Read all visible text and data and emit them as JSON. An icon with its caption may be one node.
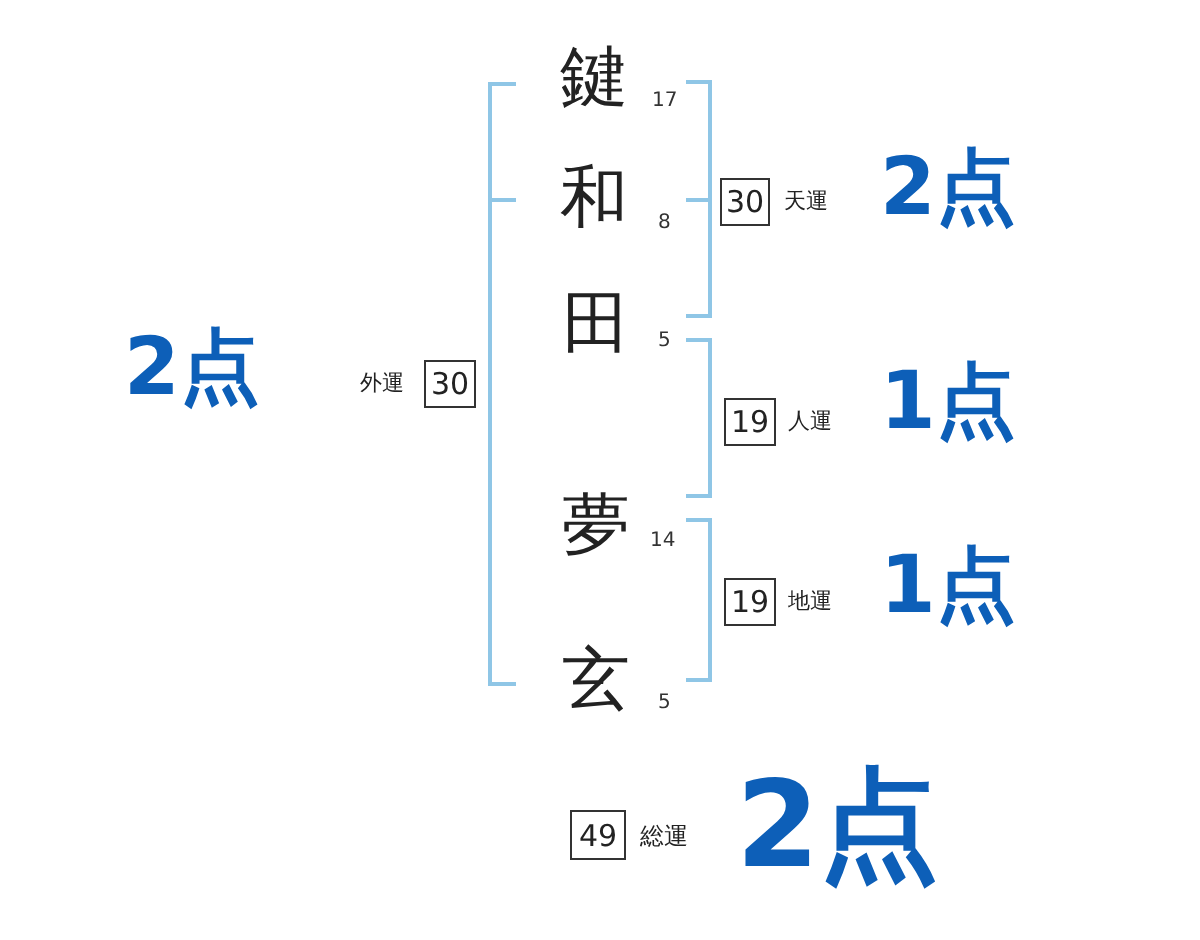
{
  "diagram": {
    "nodes": [
      {
        "text": [
          "30"
        ],
        "beside": [
          "天運",
          "2点"
        ]
      },
      {
        "text": [
          "30"
        ],
        "beside": [
          "外運",
          "2点"
        ]
      },
      {
        "text": [
          "19"
        ],
        "beside": [
          "人運",
          "1点"
        ]
      },
      {
        "text": [
          "19"
        ],
        "beside": [
          "地運",
          "1点"
        ]
      },
      {
        "text": [
          "49"
        ],
        "beside": [
          "総運",
          "2点"
        ]
      }
    ],
    "labels": [
      "鍵",
      "17",
      "和",
      "8",
      "田",
      "5",
      "夢",
      "14",
      "玄",
      "5"
    ]
  }
}
